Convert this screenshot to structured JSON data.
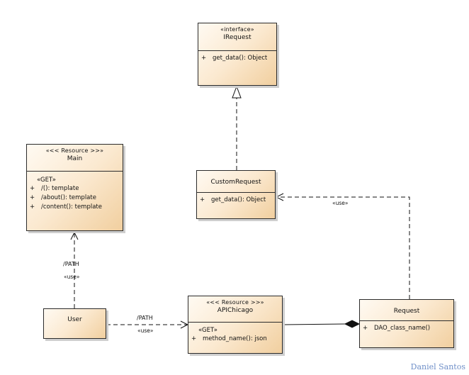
{
  "classes": {
    "irequest": {
      "stereotype": "«interface»",
      "name": "IRequest",
      "operations": [
        {
          "vis": "+",
          "sig": "get_data(): Object"
        }
      ]
    },
    "customrequest": {
      "name": "CustomRequest",
      "operations": [
        {
          "vis": "+",
          "sig": "get_data(): Object"
        }
      ]
    },
    "main": {
      "stereotype": "«<< Resource >>»",
      "name": "Main",
      "group": "«GET»",
      "operations": [
        {
          "vis": "+",
          "sig": "/(): template"
        },
        {
          "vis": "+",
          "sig": "/about(): template"
        },
        {
          "vis": "+",
          "sig": "/content(): template"
        }
      ]
    },
    "user": {
      "name": "User"
    },
    "apichicago": {
      "stereotype": "«<< Resource >>»",
      "name": "APIChicago",
      "group": "«GET»",
      "operations": [
        {
          "vis": "+",
          "sig": "method_name(): json"
        }
      ]
    },
    "request": {
      "name": "Request",
      "operations": [
        {
          "vis": "+",
          "sig": "DAO_class_name()"
        }
      ]
    }
  },
  "connectors": {
    "user_main": {
      "path": "/PATH",
      "stereotype": "«use»"
    },
    "user_api": {
      "path": "/PATH",
      "stereotype": "«use»"
    },
    "request_custom": {
      "stereotype": "«use»"
    }
  },
  "credit": "Daniel Santos"
}
